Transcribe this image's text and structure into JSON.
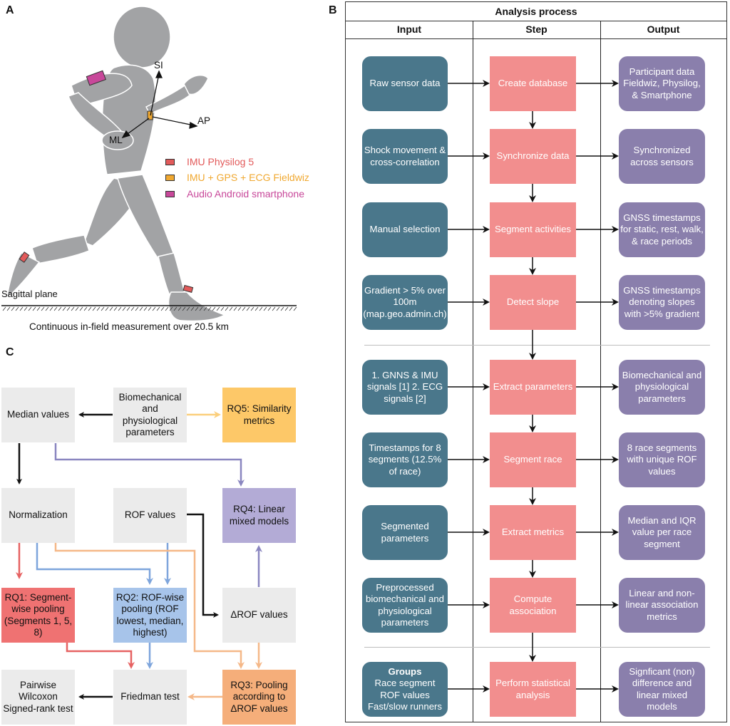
{
  "panels": {
    "a": {
      "label": "A",
      "axes": {
        "si": "SI",
        "ap": "AP",
        "ml": "ML"
      },
      "legend": [
        {
          "label": "IMU Physilog 5",
          "color": "#e25a5a"
        },
        {
          "label": "IMU + GPS + ECG Fieldwiz",
          "color": "#f0a830"
        },
        {
          "label": "Audio  Android smartphone",
          "color": "#c8489a"
        }
      ],
      "plane_label": "Sagittal plane",
      "caption": "Continuous in-field measurement over 20.5 km"
    },
    "b": {
      "label": "B",
      "title": "Analysis process",
      "columns": [
        "Input",
        "Step",
        "Output"
      ],
      "rows": [
        {
          "input": "Raw sensor data",
          "step": "Create database",
          "output": "Participant data Fieldwiz, Physilog, & Smartphone"
        },
        {
          "input": "Shock movement & cross-correlation",
          "step": "Synchronize data",
          "output": "Synchronized across sensors"
        },
        {
          "input": "Manual selection",
          "step": "Segment activities",
          "output": "GNSS timestamps for static, rest, walk, & race periods"
        },
        {
          "input": "Gradient > 5% over 100m (map.geo.admin.ch)",
          "step": "Detect slope",
          "output": "GNSS timestamps denoting slopes with >5% gradient"
        },
        {
          "input": "1. GNNS & IMU signals [1] 2. ECG signals [2]",
          "step": "Extract parameters",
          "output": "Biomechanical and physiological parameters"
        },
        {
          "input": "Timestamps for 8 segments (12.5% of race)",
          "step": "Segment race",
          "output": "8 race segments with unique ROF values"
        },
        {
          "input": "Segmented parameters",
          "step": "Extract metrics",
          "output": "Median and IQR value per race segment"
        },
        {
          "input": "Preprocessed biomechanical and physiological parameters",
          "step": "Compute association",
          "output": "Linear and non-linear association metrics"
        },
        {
          "input_title": "Groups",
          "input": "Race segment ROF values Fast/slow runners",
          "step": "Perform statistical analysis",
          "output": "Signficant (non) difference and linear mixed models"
        }
      ],
      "colors": {
        "input": "#4a778b",
        "step": "#f28e8e",
        "output": "#8a7fac"
      }
    },
    "c": {
      "label": "C",
      "nodes": {
        "median": "Median values",
        "params": "Biomechanical and physiological parameters",
        "rq5": "RQ5: Similarity metrics",
        "normalization": "Normalization",
        "rof": "ROF values",
        "rq4": "RQ4: Linear mixed models",
        "rq1": "RQ1: Segment-wise pooling (Segments 1, 5, 8)",
        "rq2": "RQ2: ROF-wise pooling (ROF lowest, median, highest)",
        "drof": "ΔROF values",
        "pairwise": "Pairwise Wilcoxon Signed-rank test",
        "friedman": "Friedman test",
        "rq3": "RQ3: Pooling according to ΔROF values"
      },
      "colors": {
        "rq1": "#ef7272",
        "rq2": "#a7c4ea",
        "rq3": "#f5ae7a",
        "rq4": "#b3abd6",
        "rq5": "#fdc868",
        "neutral": "#ebebeb"
      }
    }
  }
}
